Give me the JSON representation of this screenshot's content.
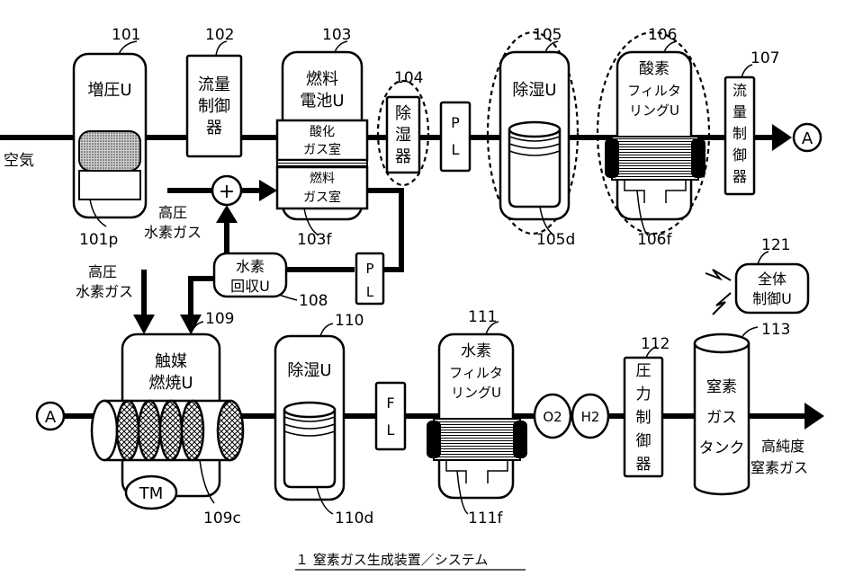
{
  "caption": "１ 窒素ガス生成装置／システム",
  "inputs": {
    "air": "空気",
    "hydrogen_upper": [
      "高圧",
      "水素ガス"
    ],
    "hydrogen_lower": [
      "高圧",
      "水素ガス"
    ]
  },
  "output": [
    "高純度",
    "窒素ガス"
  ],
  "connector": "A",
  "units": {
    "booster": {
      "ref": "101",
      "lines": [
        "増圧U"
      ],
      "sub_ref": "101p"
    },
    "flow1": {
      "ref": "102",
      "lines": [
        "流量",
        "制御",
        "器"
      ]
    },
    "fuel_cell": {
      "ref": "103",
      "lines": [
        "燃料",
        "電池U"
      ],
      "oxidizer": [
        "酸化",
        "ガス室"
      ],
      "fuel": [
        "燃料",
        "ガス室"
      ],
      "sub_ref": "103f"
    },
    "dehum1": {
      "ref": "104",
      "lines": [
        "除",
        "湿",
        "器"
      ]
    },
    "pl1": {
      "lines": [
        "P",
        "L"
      ]
    },
    "dehum_u1": {
      "ref": "105",
      "lines": [
        "除湿U"
      ],
      "sub_ref": "105d"
    },
    "o2_filter": {
      "ref": "106",
      "lines": [
        "酸素",
        "フィルタ",
        "リングU"
      ],
      "sub_ref": "106f"
    },
    "flow2": {
      "ref": "107",
      "lines": [
        "流",
        "量",
        "制",
        "御",
        "器"
      ]
    },
    "h2_recovery": {
      "ref": "108",
      "lines": [
        "水素",
        "回収U"
      ]
    },
    "pl2": {
      "lines": [
        "P",
        "L"
      ]
    },
    "plus": "+",
    "catalytic": {
      "ref": "109",
      "lines": [
        "触媒",
        "燃焼U"
      ],
      "sub_ref": "109c",
      "tm": "TM"
    },
    "dehum_u2": {
      "ref": "110",
      "lines": [
        "除湿U"
      ],
      "sub_ref": "110d"
    },
    "fl": {
      "lines": [
        "F",
        "L"
      ]
    },
    "h2_filter": {
      "ref": "111",
      "lines": [
        "水素",
        "フィルタ",
        "リングU"
      ],
      "sub_ref": "111f"
    },
    "o2_sensor": "O2",
    "h2_sensor": "H2",
    "pressure": {
      "ref": "112",
      "lines": [
        "圧",
        "力",
        "制",
        "御",
        "器"
      ]
    },
    "tank": {
      "ref": "113",
      "lines": [
        "窒素",
        "ガス",
        "タンク"
      ]
    },
    "control": {
      "ref": "121",
      "lines": [
        "全体",
        "制御U"
      ]
    }
  }
}
